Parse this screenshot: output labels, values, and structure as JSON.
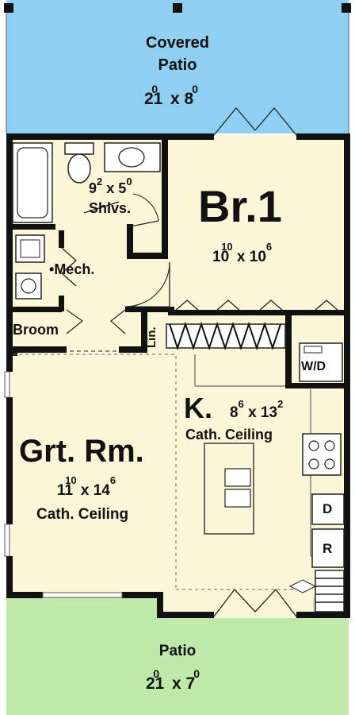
{
  "colors": {
    "covered_patio": "#8fd0f2",
    "patio": "#bfe9a8",
    "floor": "#fbf6d7",
    "wall": "#111111",
    "white_room": "#ffffff"
  },
  "rooms": {
    "covered_patio": {
      "name_line1": "Covered",
      "name_line2": "Patio",
      "w": "21",
      "w_sup": "0",
      "x": "x",
      "d": "8",
      "d_sup": "0"
    },
    "bath": {
      "w": "9",
      "w_sup": "2",
      "x": "x",
      "d": "5",
      "d_sup": "0",
      "note": "Shlvs."
    },
    "bedroom": {
      "name": "Br.1",
      "w": "10",
      "w_sup": "10",
      "x": "x",
      "d": "10",
      "d_sup": "6"
    },
    "mech": {
      "name": "Mech."
    },
    "broom": {
      "name": "Broom"
    },
    "linen": {
      "name": "Lin."
    },
    "laundry": {
      "name": "W/D"
    },
    "kitchen": {
      "name": "K.",
      "w": "8",
      "w_sup": "6",
      "x": "x",
      "d": "13",
      "d_sup": "2",
      "note": "Cath. Ceiling"
    },
    "great_room": {
      "name": "Grt. Rm.",
      "w": "11",
      "w_sup": "10",
      "x": "x",
      "d": "14",
      "d_sup": "6",
      "note": "Cath. Ceiling"
    },
    "dishwasher": {
      "name": "D"
    },
    "refrigerator": {
      "name": "R"
    },
    "patio": {
      "name": "Patio",
      "w": "21",
      "w_sup": "0",
      "x": "x",
      "d": "7",
      "d_sup": "0"
    }
  }
}
